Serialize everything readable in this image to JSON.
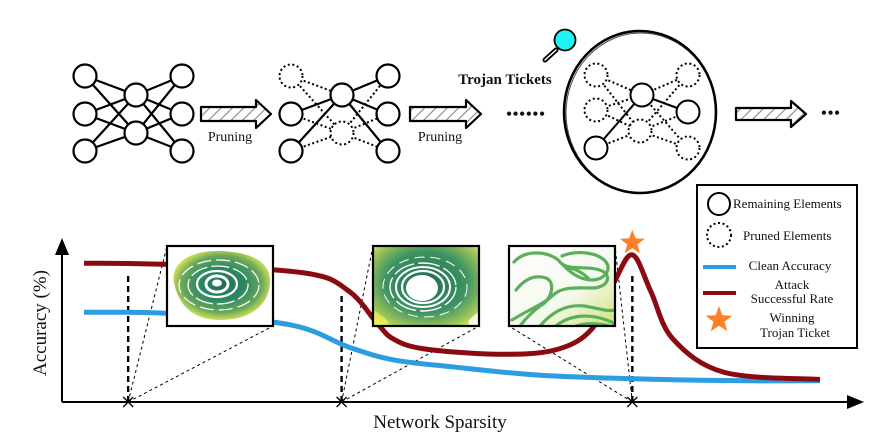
{
  "pipeline": {
    "step_labels": [
      "Pruning",
      "Pruning"
    ],
    "ellipsis_long": "••••••",
    "ellipsis_short": "•••",
    "highlight_label": "Trojan Tickets"
  },
  "legend": {
    "items": [
      {
        "label": "Remaining Elements",
        "icon": "solid-circle-icon"
      },
      {
        "label": "Pruned Elements",
        "icon": "dotted-circle-icon"
      },
      {
        "label": "Clean Accuracy",
        "icon": "blue-line-icon"
      },
      {
        "label_line1": "Attack",
        "label_line2": "Successful Rate",
        "icon": "red-line-icon"
      },
      {
        "label_line1": "Winning",
        "label_line2": "Trojan Ticket",
        "icon": "star-icon"
      }
    ]
  },
  "colors": {
    "clean_accuracy": "#2c9de0",
    "attack_success": "#8b0a10",
    "star": "#ff7f27",
    "magnifier": "#22f2f2"
  },
  "chart_data": {
    "type": "line",
    "title": "",
    "xlabel": "Network Sparsity",
    "ylabel": "Accuracy (%)",
    "xlim": [
      0,
      1
    ],
    "ylim": [
      0,
      1
    ],
    "grid": false,
    "legend_position": "top-right",
    "series": [
      {
        "name": "Clean Accuracy",
        "x": [
          0.0,
          0.12,
          0.28,
          0.36,
          0.42,
          0.5,
          0.62,
          0.78,
          0.9,
          1.0
        ],
        "y": [
          0.57,
          0.56,
          0.48,
          0.32,
          0.23,
          0.18,
          0.12,
          0.09,
          0.08,
          0.08
        ]
      },
      {
        "name": "Attack Successful Rate",
        "x": [
          0.0,
          0.12,
          0.3,
          0.36,
          0.4,
          0.42,
          0.46,
          0.56,
          0.64,
          0.69,
          0.72,
          0.745,
          0.77,
          0.8,
          0.87,
          1.0
        ],
        "y": [
          0.92,
          0.91,
          0.85,
          0.72,
          0.48,
          0.38,
          0.31,
          0.27,
          0.3,
          0.45,
          0.78,
          0.98,
          0.72,
          0.38,
          0.14,
          0.09
        ]
      }
    ],
    "markers": [
      {
        "name": "checkpoint-1",
        "x": 0.06
      },
      {
        "name": "checkpoint-2",
        "x": 0.35
      },
      {
        "name": "winning-ticket",
        "x": 0.745,
        "marker": "star"
      }
    ],
    "insets": [
      {
        "name": "loss-landscape-1",
        "x_anchor": 0.06,
        "style": "smooth-basin"
      },
      {
        "name": "loss-landscape-2",
        "x_anchor": 0.35,
        "style": "wide-basin"
      },
      {
        "name": "loss-landscape-3",
        "x_anchor": 0.745,
        "style": "rugged-contours"
      }
    ]
  }
}
